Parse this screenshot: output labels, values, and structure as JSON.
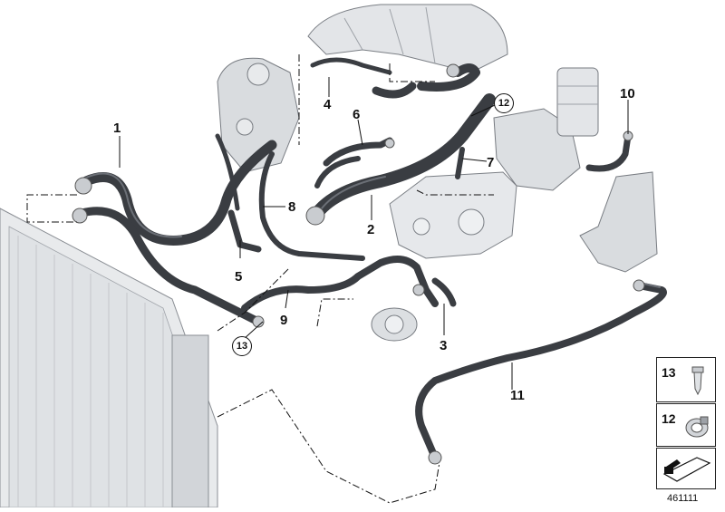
{
  "diagram": {
    "callouts": [
      {
        "id": "1",
        "text": "1"
      },
      {
        "id": "2",
        "text": "2"
      },
      {
        "id": "3",
        "text": "3"
      },
      {
        "id": "4",
        "text": "4"
      },
      {
        "id": "5",
        "text": "5"
      },
      {
        "id": "6",
        "text": "6"
      },
      {
        "id": "7",
        "text": "7"
      },
      {
        "id": "8",
        "text": "8"
      },
      {
        "id": "9",
        "text": "9"
      },
      {
        "id": "10",
        "text": "10"
      },
      {
        "id": "11",
        "text": "11"
      }
    ],
    "circled_callouts": [
      {
        "id": "12",
        "text": "12"
      },
      {
        "id": "13",
        "text": "13"
      }
    ],
    "legend": [
      {
        "number": "13",
        "item": "clip"
      },
      {
        "number": "12",
        "item": "hose clamp"
      },
      {
        "number": "",
        "item": "shim"
      }
    ],
    "reference_number": "461111"
  },
  "colors": {
    "hose": "#3a3d42",
    "hose_highlight": "#6b6f76",
    "part_gray": "#cfd2d6",
    "outline": "#6d7177",
    "line": "#111111"
  }
}
